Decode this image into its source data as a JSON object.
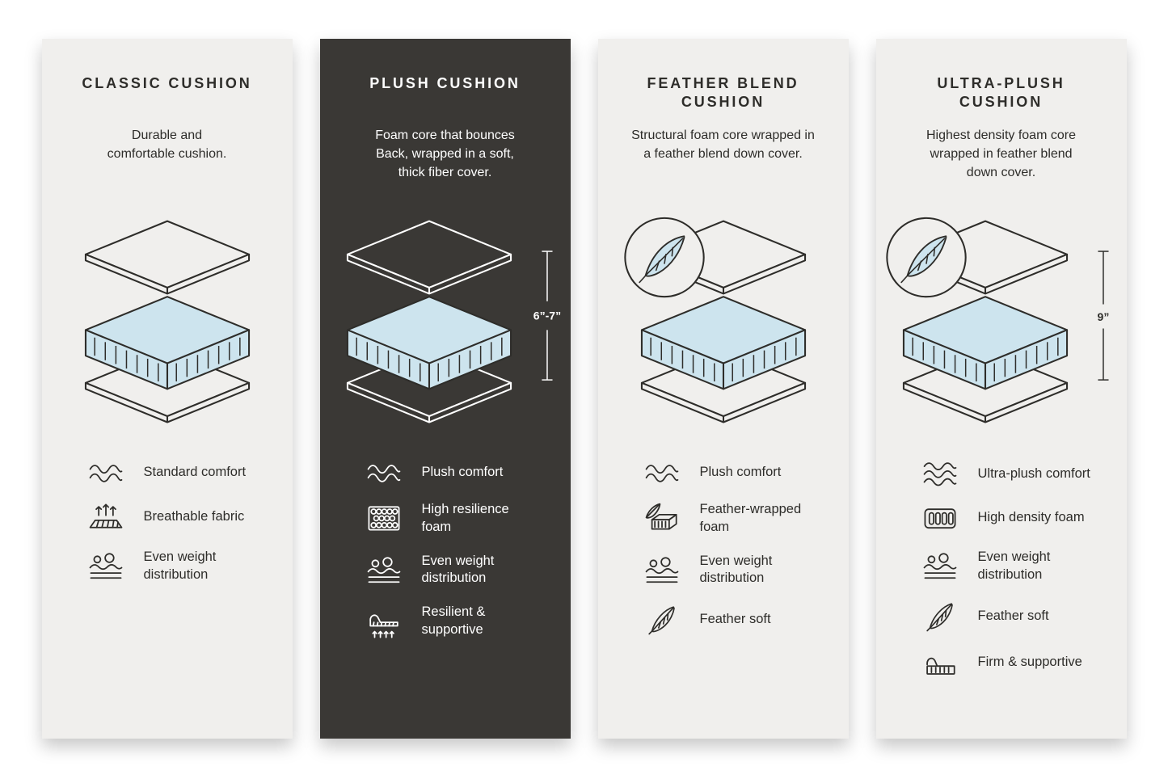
{
  "colors": {
    "page_background": "#ffffff",
    "card_light": "#f0efed",
    "card_dark": "#3a3835",
    "text_dark": "#2e2d2a",
    "text_light": "#ffffff",
    "foam_blue": "#cde4ee"
  },
  "panels": [
    {
      "id": "classic",
      "theme": "light",
      "title": "CLASSIC CUSHION",
      "description": "Durable and\ncomfortable cushion.",
      "diagram": {
        "feather_badge": false,
        "measurement": ""
      },
      "features": [
        {
          "icon": "waves-icon",
          "label": "Standard comfort"
        },
        {
          "icon": "breathable-fabric-icon",
          "label": "Breathable fabric"
        },
        {
          "icon": "weight-distribution-icon",
          "label": "Even weight\ndistribution"
        }
      ]
    },
    {
      "id": "plush",
      "theme": "dark",
      "title": "PLUSH CUSHION",
      "description": "Foam core that bounces\nBack, wrapped in a soft,\nthick fiber cover.",
      "diagram": {
        "feather_badge": false,
        "measurement": "6”-7”"
      },
      "features": [
        {
          "icon": "waves-icon",
          "label": "Plush comfort"
        },
        {
          "icon": "foam-cells-icon",
          "label": "High resilience\nfoam"
        },
        {
          "icon": "weight-distribution-icon",
          "label": "Even weight\ndistribution"
        },
        {
          "icon": "supportive-cushion-icon",
          "label": "Resilient &\nsupportive"
        }
      ]
    },
    {
      "id": "feather-blend",
      "theme": "light",
      "title": "FEATHER BLEND\nCUSHION",
      "description": "Structural foam core wrapped in\na feather blend down cover.",
      "diagram": {
        "feather_badge": true,
        "measurement": ""
      },
      "features": [
        {
          "icon": "waves-icon",
          "label": "Plush comfort"
        },
        {
          "icon": "feather-foam-icon",
          "label": "Feather-wrapped\nfoam"
        },
        {
          "icon": "weight-distribution-icon",
          "label": "Even weight\ndistribution"
        },
        {
          "icon": "feather-icon",
          "label": "Feather soft"
        }
      ]
    },
    {
      "id": "ultra-plush",
      "theme": "light",
      "title": "ULTRA-PLUSH\nCUSHION",
      "description": "Highest density foam core\nwrapped in feather blend\ndown cover.",
      "diagram": {
        "feather_badge": true,
        "measurement": "9”"
      },
      "features": [
        {
          "icon": "waves-icon",
          "label": "Ultra-plush comfort"
        },
        {
          "icon": "density-foam-icon",
          "label": "High density foam"
        },
        {
          "icon": "weight-distribution-icon",
          "label": "Even weight\ndistribution"
        },
        {
          "icon": "feather-icon",
          "label": "Feather soft"
        },
        {
          "icon": "firm-supportive-icon",
          "label": "Firm & supportive"
        }
      ]
    }
  ]
}
